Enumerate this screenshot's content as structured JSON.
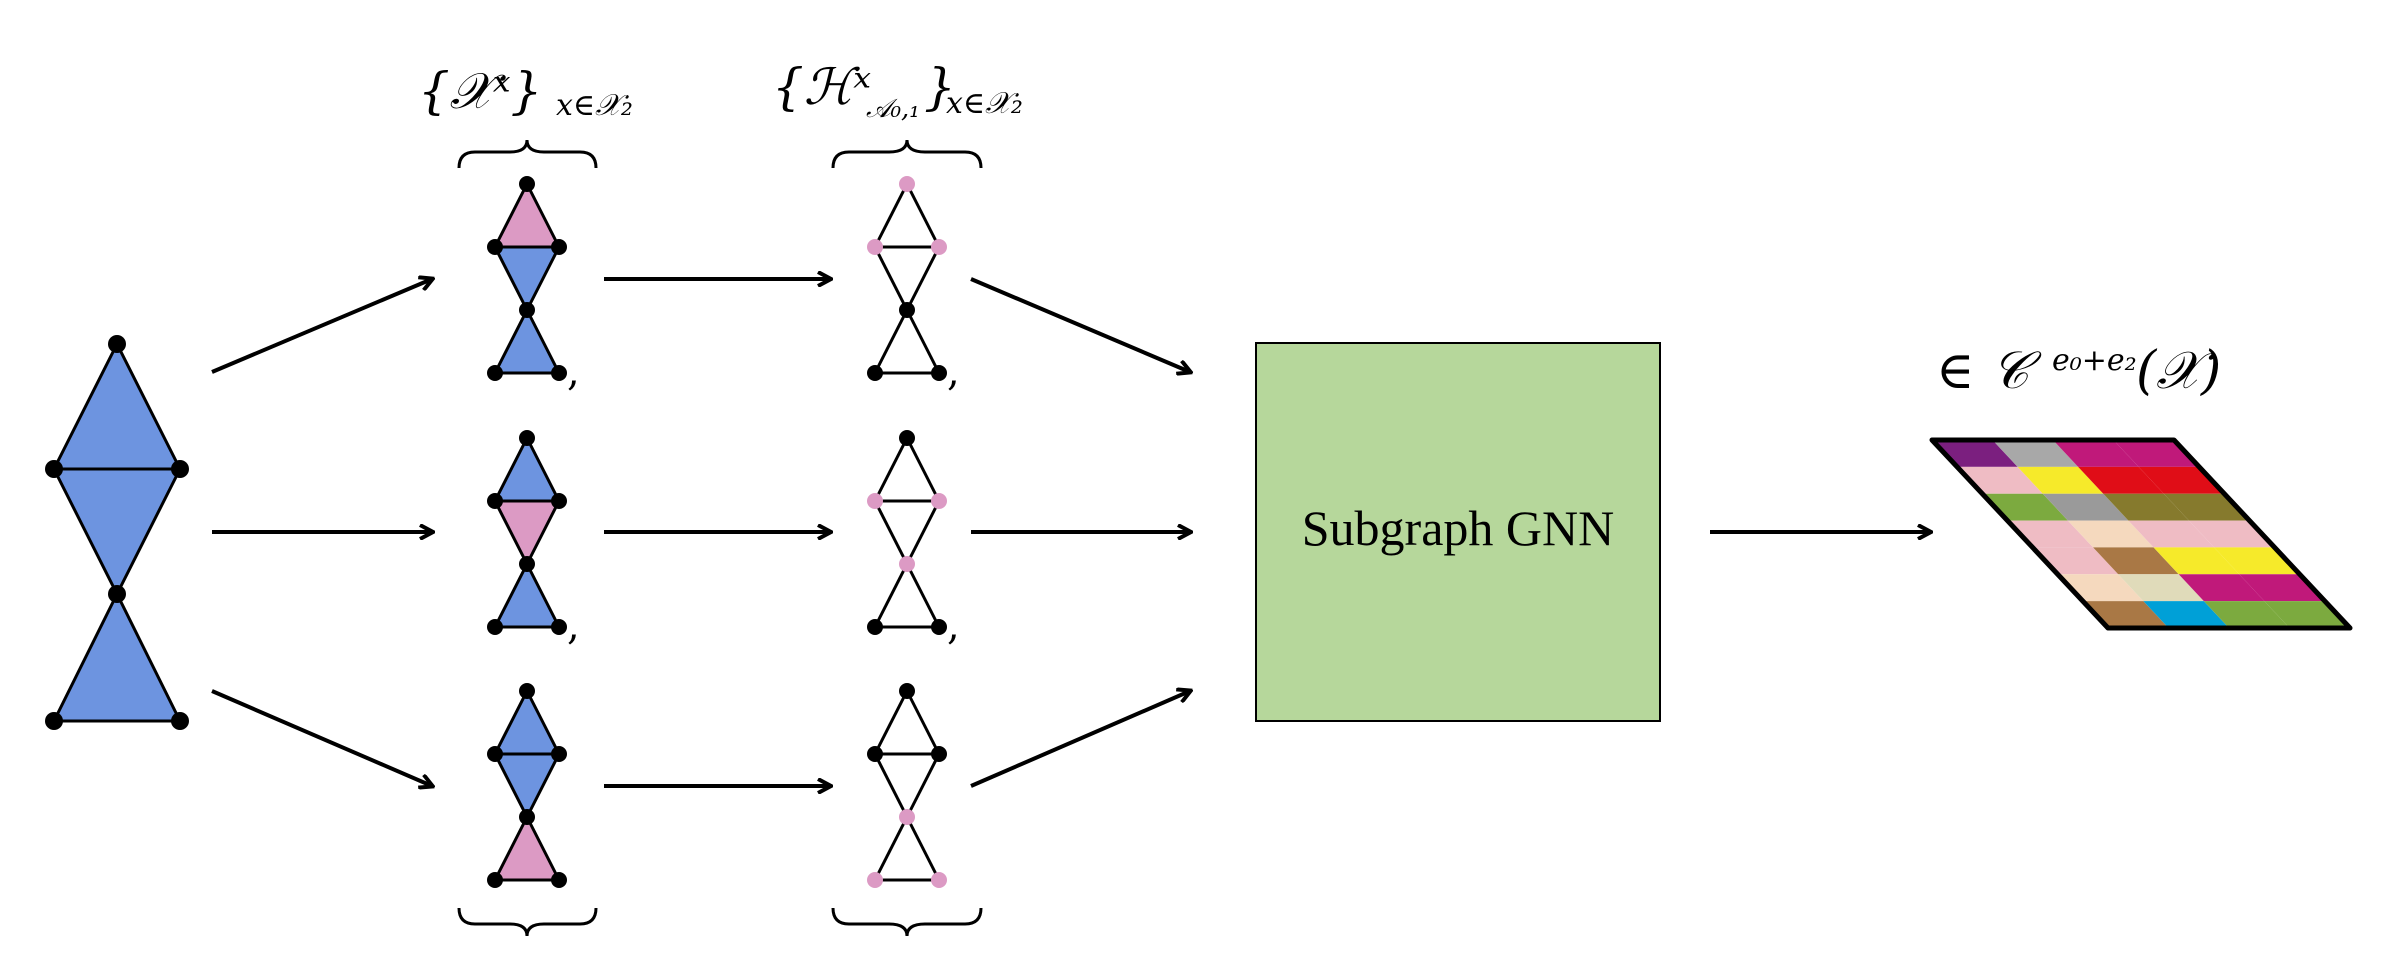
{
  "labels": {
    "subcomplex_set": "{𝒳ˣ}",
    "subcomplex_subscript": "x∈𝒳₂",
    "hasse_set": "{ℋˣ",
    "hasse_sub": "𝒜₀,₁",
    "hasse_close": "}",
    "hasse_subscript": "x∈𝒳₂",
    "output_space": "∈ 𝒞",
    "output_super": "e₀+e₂",
    "output_arg": "(𝒳)",
    "gnn_label": "Subgraph GNN",
    "comma": ","
  },
  "colors": {
    "blue_face": "#6d94e0",
    "pink_face": "#dc9ac4",
    "gnn_box": "#b6d79b",
    "node_black": "#000000",
    "node_pink": "#dc9ac4"
  },
  "output_grid_colors": [
    [
      "#7b1f7f",
      "#a8a8a8",
      "#c0197a",
      "#c0197a"
    ],
    [
      "#efbcc4",
      "#f6ea2a",
      "#e00d17",
      "#e00d17"
    ],
    [
      "#7caa3f",
      "#9a9a9a",
      "#867a2d",
      "#867a2d"
    ],
    [
      "#efbcc4",
      "#f5d9be",
      "#efbcc4",
      "#efbcc4"
    ],
    [
      "#efbcc4",
      "#a97845",
      "#f6ea2a",
      "#f6ea2a"
    ],
    [
      "#f5d9be",
      "#e0dbba",
      "#c0197a",
      "#c0197a"
    ],
    [
      "#a97845",
      "#00a0d7",
      "#7caa3f",
      "#7caa3f"
    ]
  ],
  "subcomplex_faces": [
    [
      "pink",
      "blue",
      "blue"
    ],
    [
      "blue",
      "pink",
      "blue"
    ],
    [
      "blue",
      "blue",
      "pink"
    ]
  ],
  "hasse_highlight": [
    [
      true,
      true,
      true,
      false,
      false,
      false,
      false
    ],
    [
      false,
      true,
      true,
      true,
      false,
      false,
      false
    ],
    [
      false,
      false,
      false,
      true,
      false,
      true,
      true
    ]
  ]
}
